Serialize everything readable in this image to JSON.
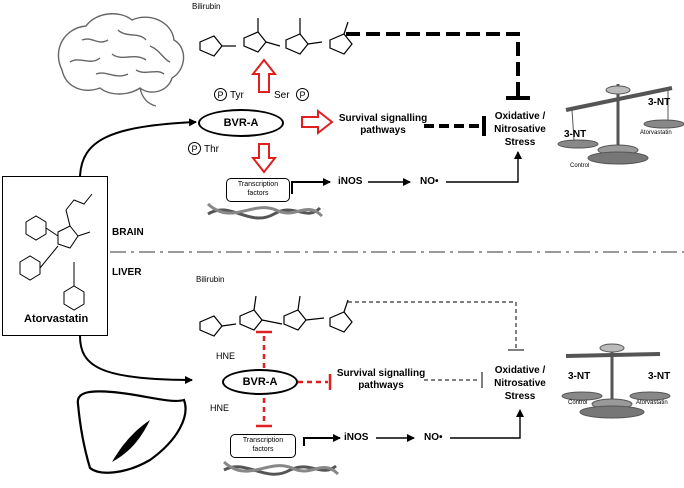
{
  "atorvastatin": {
    "label": "Atorvastatin"
  },
  "brain": {
    "section_label": "BRAIN",
    "bilirubin_label": "Bilirubin",
    "bvra_label": "BVR-A",
    "tyr_label": "Tyr",
    "ser_label": "Ser",
    "thr_label": "Thr",
    "p_label": "P",
    "survival_label": "Survival signalling\npathways",
    "stress_label": "Oxidative /\nNitrosative\nStress",
    "transcription_label": "Transcription\nfactors",
    "inos_label": "iNOS",
    "no_label": "NO•",
    "nt_left_label": "3-NT",
    "nt_right_label": "3-NT",
    "control_label": "Control",
    "atorvastatin_pan_label": "Atorvastatin"
  },
  "liver": {
    "section_label": "LIVER",
    "bilirubin_label": "Bilirubin",
    "bvra_label": "BVR-A",
    "hne_top_label": "HNE",
    "hne_bottom_label": "HNE",
    "survival_label": "Survival signalling\npathways",
    "stress_label": "Oxidative /\nNitrosative\nStress",
    "transcription_label": "Transcription\nfactors",
    "inos_label": "iNOS",
    "no_label": "NO•",
    "nt_left_label": "3-NT",
    "nt_right_label": "3-NT",
    "control_label": "Control",
    "atorvastatin_pan_label": "Atorvastatin"
  },
  "colors": {
    "inhibition_red": "#e02020",
    "line": "#000000",
    "divider": "#999999"
  }
}
